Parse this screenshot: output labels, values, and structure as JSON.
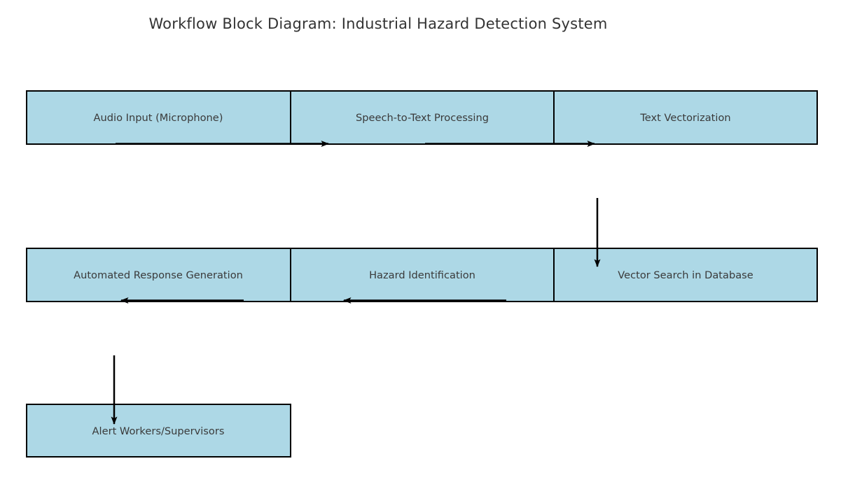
{
  "title": "Workflow Block Diagram: Industrial Hazard Detection System",
  "colors": {
    "background": "#ffffff",
    "node_fill": "#ADD8E6",
    "node_border": "#000000",
    "arrow": "#000000",
    "label_text": "#3a3a3a",
    "title_text": "#333333"
  },
  "nodes": [
    {
      "id": "audio-input",
      "label": "Audio Input (Microphone)"
    },
    {
      "id": "speech-to-text",
      "label": "Speech-to-Text Processing"
    },
    {
      "id": "text-vectorization",
      "label": "Text Vectorization"
    },
    {
      "id": "automated-response",
      "label": "Automated Response Generation"
    },
    {
      "id": "hazard-identification",
      "label": "Hazard Identification"
    },
    {
      "id": "vector-search",
      "label": "Vector Search in Database"
    },
    {
      "id": "alert-workers",
      "label": "Alert Workers/Supervisors"
    }
  ],
  "edges": [
    {
      "from": "Audio Input (Microphone)",
      "to": "Speech-to-Text Processing",
      "direction": "right"
    },
    {
      "from": "Speech-to-Text Processing",
      "to": "Text Vectorization",
      "direction": "right"
    },
    {
      "from": "Text Vectorization",
      "to": "Vector Search in Database",
      "direction": "down"
    },
    {
      "from": "Vector Search in Database",
      "to": "Hazard Identification",
      "direction": "left"
    },
    {
      "from": "Hazard Identification",
      "to": "Automated Response Generation",
      "direction": "left"
    },
    {
      "from": "Automated Response Generation",
      "to": "Alert Workers/Supervisors",
      "direction": "down"
    }
  ]
}
